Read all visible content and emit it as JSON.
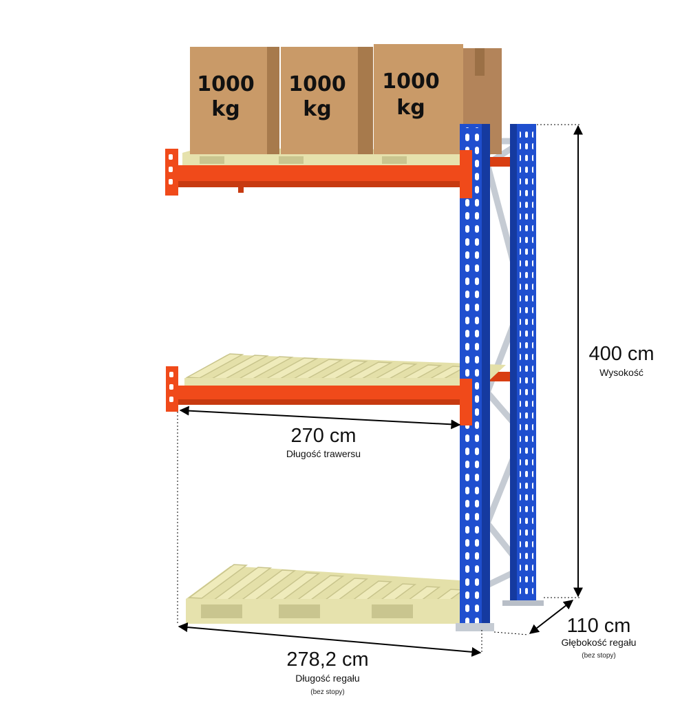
{
  "boxes": [
    {
      "weight": "1000",
      "unit": "kg"
    },
    {
      "weight": "1000",
      "unit": "kg"
    },
    {
      "weight": "1000",
      "unit": "kg"
    }
  ],
  "dimensions": {
    "beam_length": {
      "value": "270 cm",
      "label": "Długość trawersu"
    },
    "rack_length": {
      "value": "278,2 cm",
      "label": "Długość regału",
      "note": "(bez stopy)"
    },
    "height": {
      "value": "400 cm",
      "label": "Wysokość"
    },
    "depth": {
      "value": "110 cm",
      "label": "Głębokość regału",
      "note": "(bez stopy)"
    }
  },
  "colors": {
    "upright": "#1f4fcf",
    "beam": "#f04a1a",
    "bracing": "#c5cbd3",
    "pallet": "#e9e5b3",
    "box": "#c99a68"
  }
}
